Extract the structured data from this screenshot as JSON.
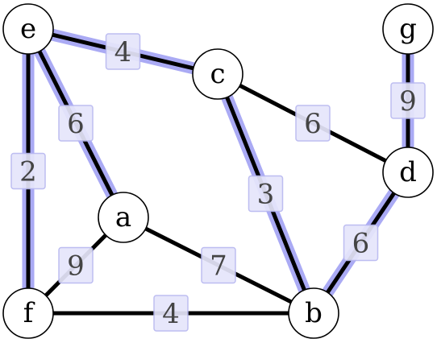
{
  "nodes": [
    {
      "id": "e",
      "label": "e"
    },
    {
      "id": "c",
      "label": "c"
    },
    {
      "id": "g",
      "label": "g"
    },
    {
      "id": "a",
      "label": "a"
    },
    {
      "id": "d",
      "label": "d"
    },
    {
      "id": "f",
      "label": "f"
    },
    {
      "id": "b",
      "label": "b"
    }
  ],
  "edges": [
    {
      "from": "e",
      "to": "c",
      "weight": "4",
      "highlighted": true
    },
    {
      "from": "e",
      "to": "a",
      "weight": "6",
      "highlighted": true
    },
    {
      "from": "e",
      "to": "f",
      "weight": "2",
      "highlighted": true
    },
    {
      "from": "c",
      "to": "d",
      "weight": "6",
      "highlighted": false
    },
    {
      "from": "c",
      "to": "b",
      "weight": "3",
      "highlighted": true
    },
    {
      "from": "g",
      "to": "d",
      "weight": "9",
      "highlighted": true
    },
    {
      "from": "d",
      "to": "b",
      "weight": "6",
      "highlighted": true
    },
    {
      "from": "a",
      "to": "f",
      "weight": "9",
      "highlighted": false
    },
    {
      "from": "a",
      "to": "b",
      "weight": "7",
      "highlighted": false
    },
    {
      "from": "f",
      "to": "b",
      "weight": "4",
      "highlighted": false
    }
  ],
  "colors": {
    "highlight": "#aaaaf4",
    "edge": "#000000",
    "label_fill": "#e6e6fb",
    "label_text": "#444444"
  }
}
